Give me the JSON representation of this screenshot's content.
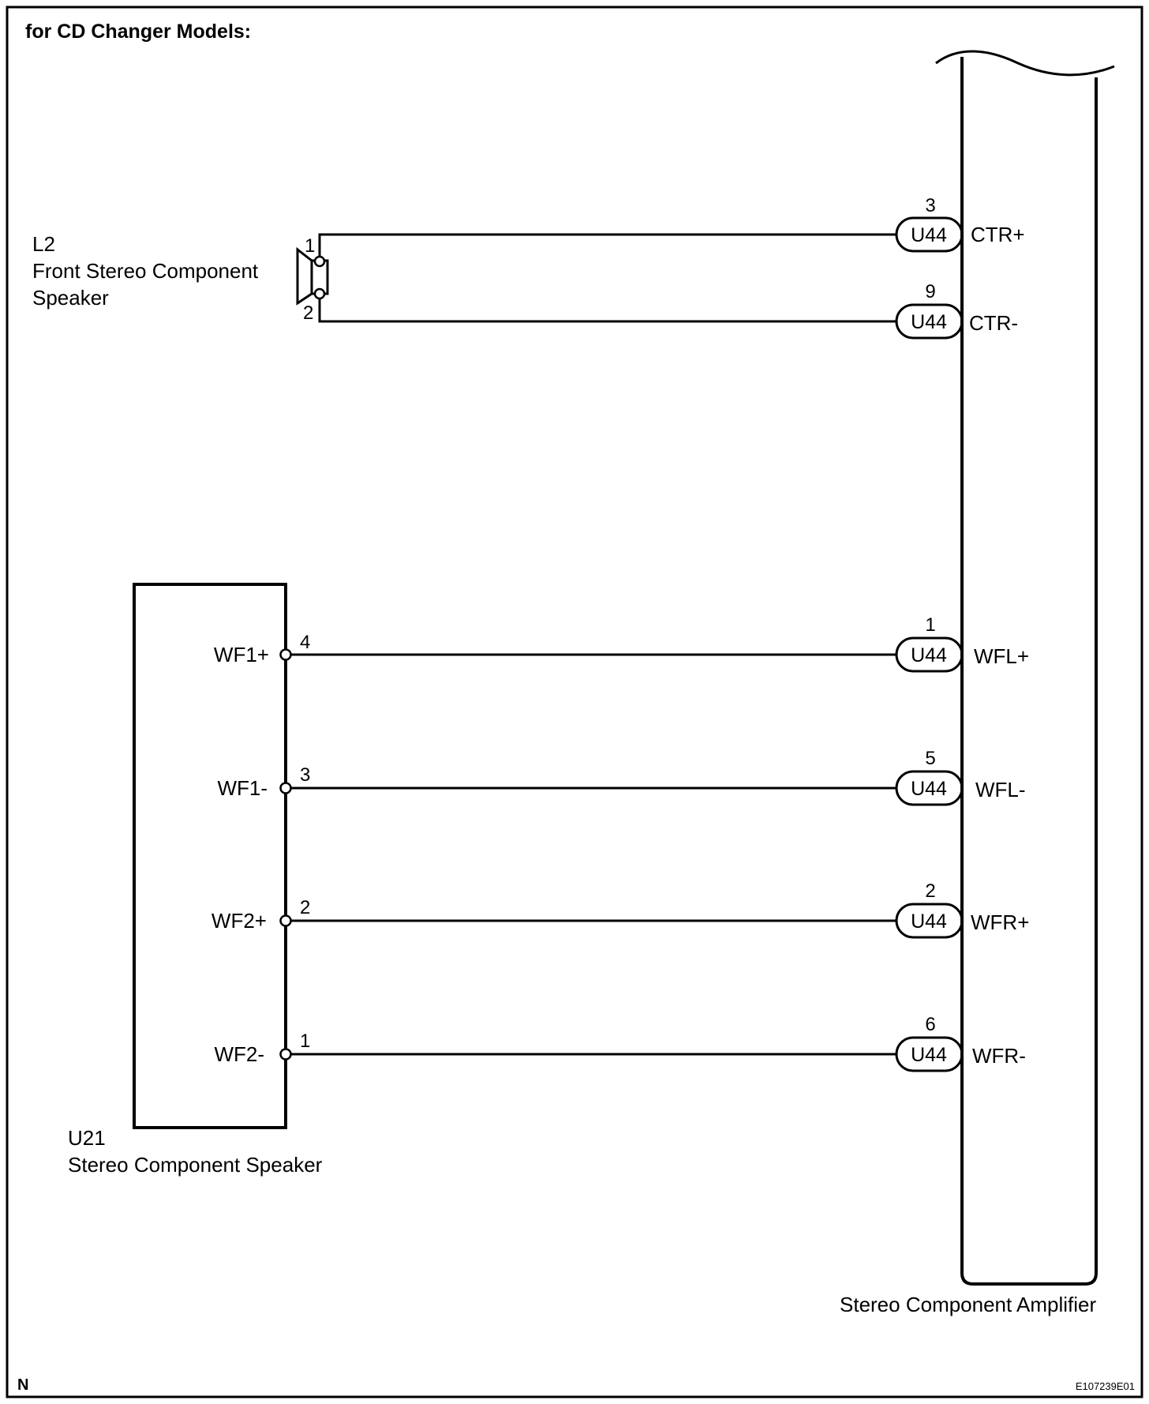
{
  "title": "for CD Changer Models:",
  "front_speaker": {
    "code": "L2",
    "name_line1": "Front Stereo Component",
    "name_line2": "Speaker",
    "pins": [
      "1",
      "2"
    ]
  },
  "component_speaker": {
    "code": "U21",
    "name": "Stereo Component Speaker",
    "terminals": [
      {
        "label": "WF1+",
        "pin": "4"
      },
      {
        "label": "WF1-",
        "pin": "3"
      },
      {
        "label": "WF2+",
        "pin": "2"
      },
      {
        "label": "WF2-",
        "pin": "1"
      }
    ]
  },
  "amplifier": {
    "name": "Stereo Component Amplifier",
    "connections": [
      {
        "pin": "3",
        "connector": "U44",
        "signal": "CTR+"
      },
      {
        "pin": "9",
        "connector": "U44",
        "signal": "CTR-"
      },
      {
        "pin": "1",
        "connector": "U44",
        "signal": "WFL+"
      },
      {
        "pin": "5",
        "connector": "U44",
        "signal": "WFL-"
      },
      {
        "pin": "2",
        "connector": "U44",
        "signal": "WFR+"
      },
      {
        "pin": "6",
        "connector": "U44",
        "signal": "WFR-"
      }
    ]
  },
  "footer": {
    "left": "N",
    "right": "E107239E01"
  }
}
